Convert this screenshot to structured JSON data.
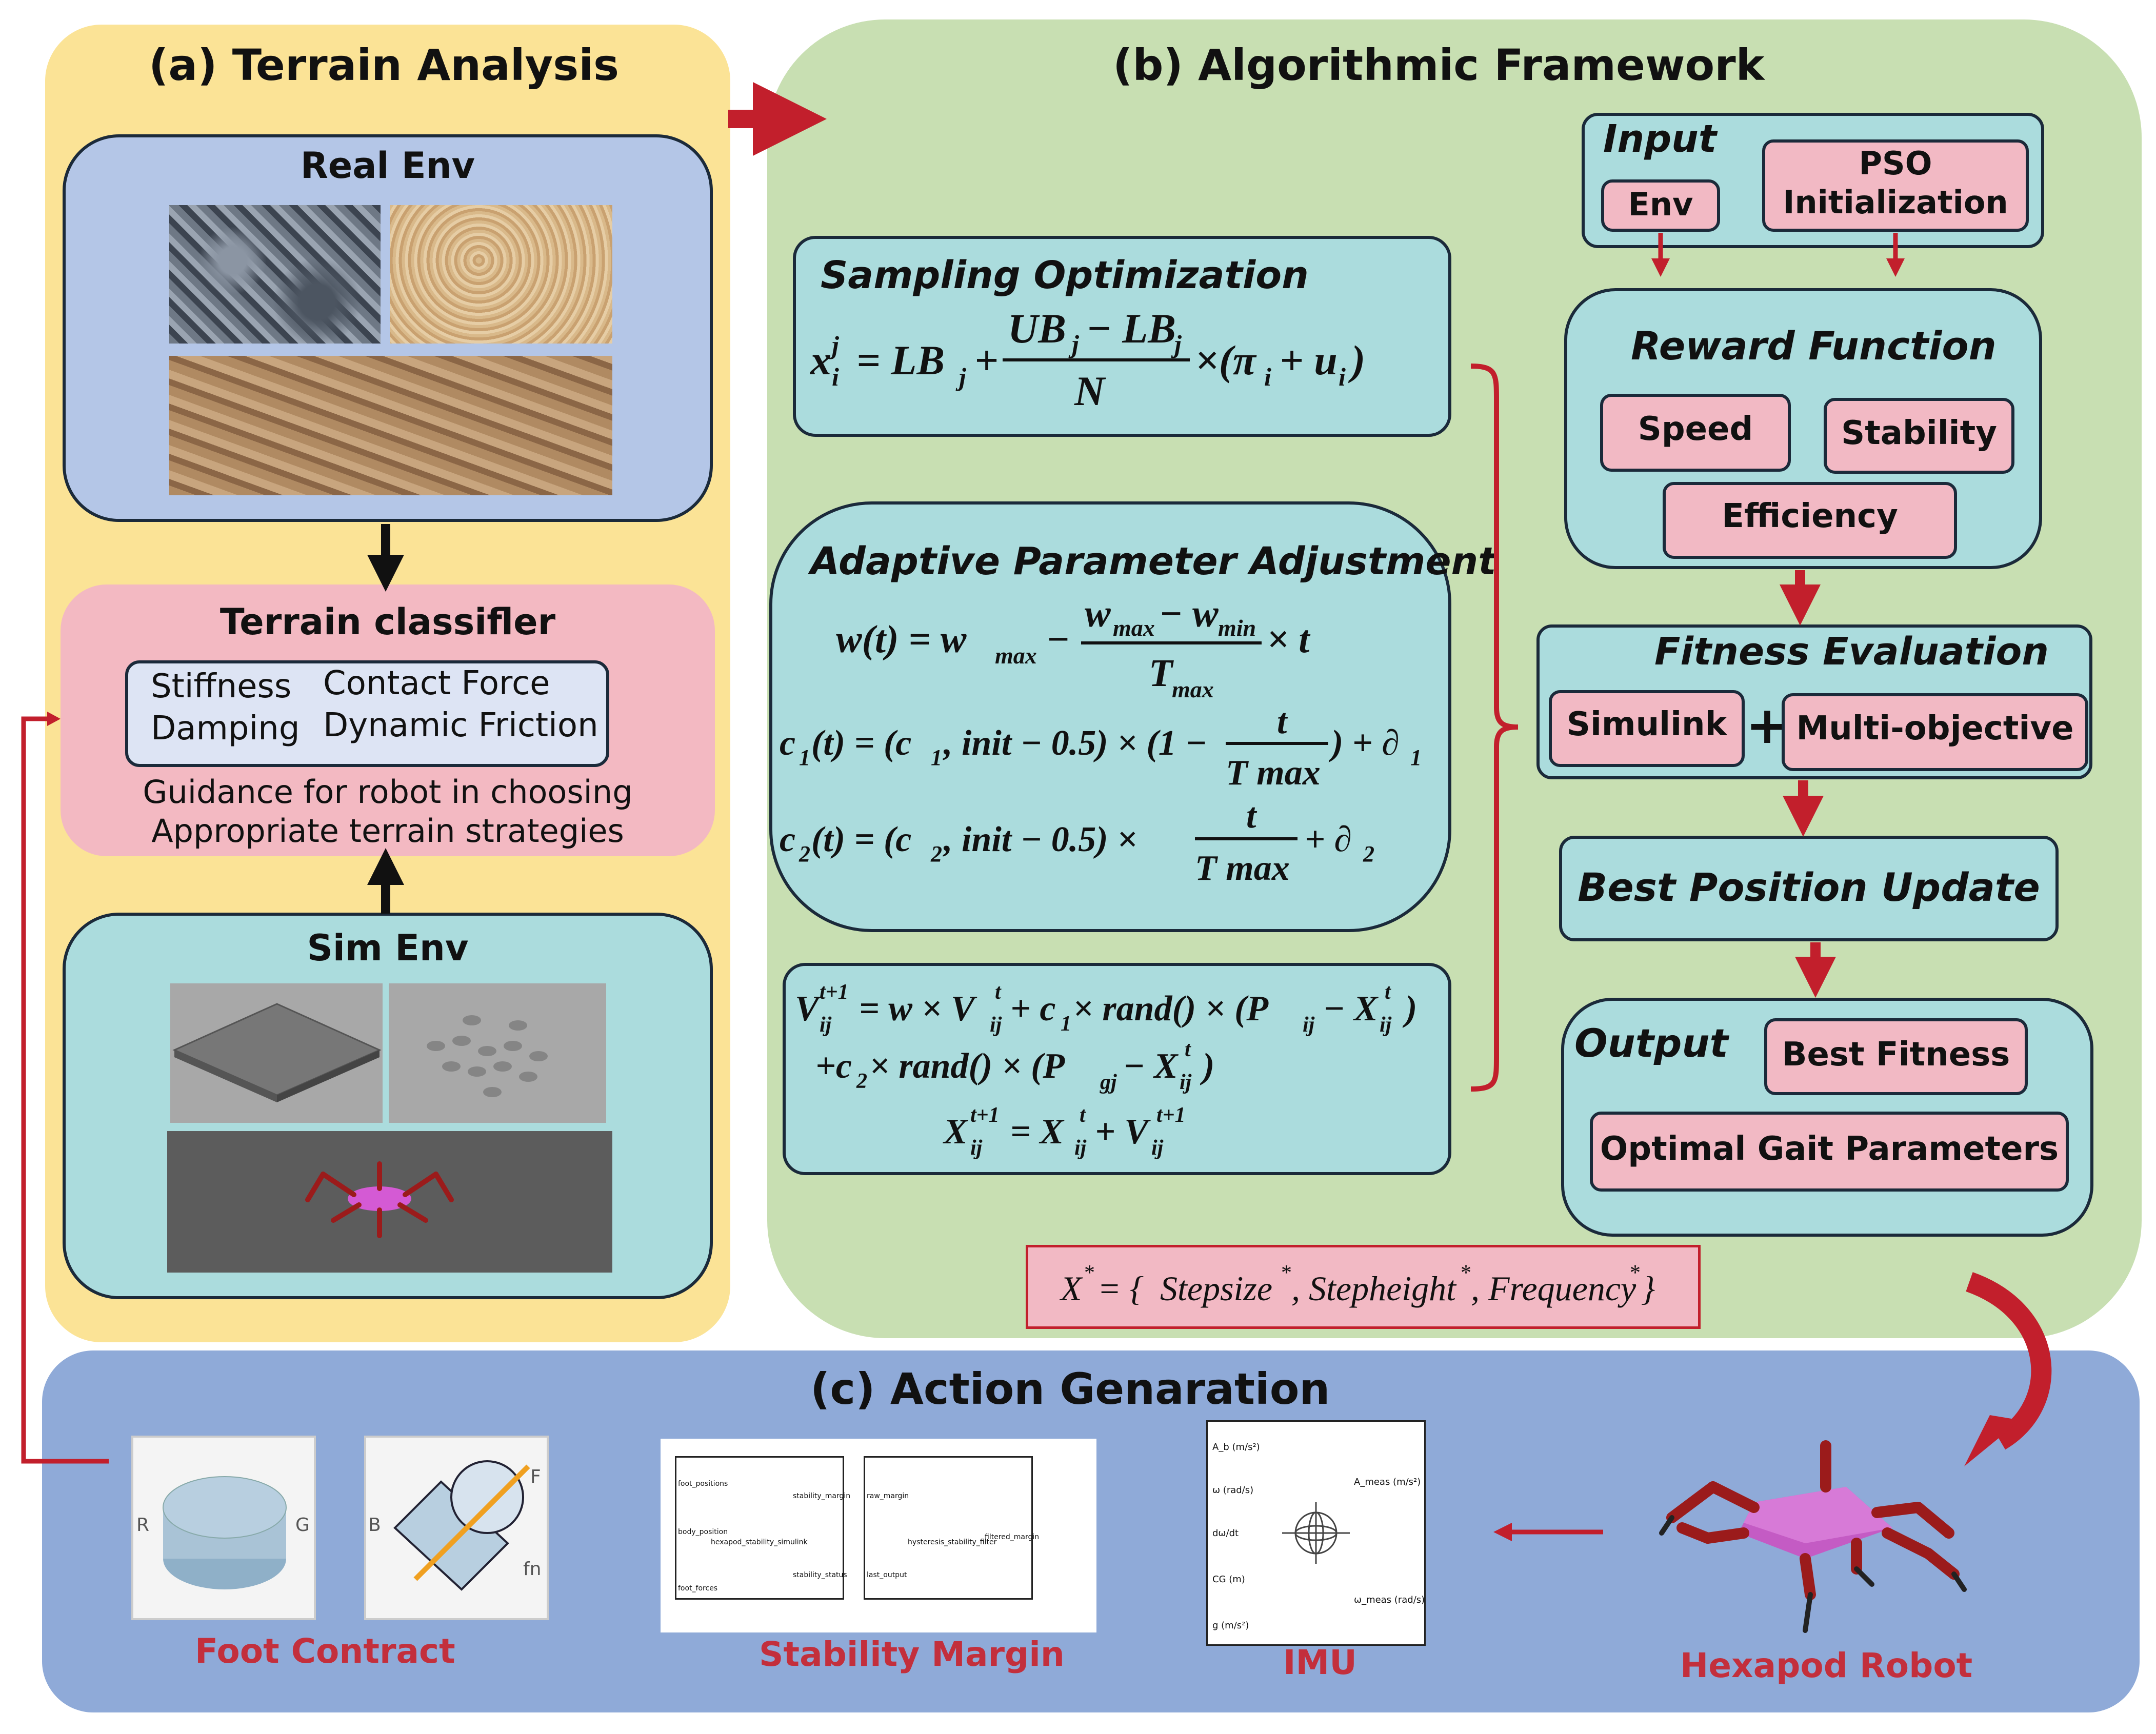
{
  "panel_a": {
    "title": "(a)  Terrain Analysis",
    "real_env": {
      "title": "Real Env"
    },
    "classifier": {
      "title": "Terrain classifler",
      "props": [
        "Stiffness",
        "Contact Force",
        "Damping",
        "Dynamic Friction"
      ],
      "guidance_line1": "Guidance for robot in choosing",
      "guidance_line2": "Appropriate terrain strategies"
    },
    "sim_env": {
      "title": "Sim Env"
    }
  },
  "panel_b": {
    "title": "(b)   Algorithmic Framework",
    "sampling": {
      "title": "Sampling Optimization",
      "equation": "x_i^j = LB_j + (UB_j − LB_j)/N × (π_i + u_i)"
    },
    "adaptive": {
      "title": "Adaptive Parameter Adjustment",
      "eq1": "w(t) = w_max − (w_max − w_min)/T_max × t",
      "eq2": "c1(t) = (c1, init − 0.5) × (1 − t/T max) + ∂1",
      "eq3": "c2(t) = (c2, init − 0.5) × t/T max + ∂2"
    },
    "velocity": {
      "eq1": "V_ij^(t+1) = w × V_ij^t + c1 × rand() × (P_ij − X_ij^t)",
      "eq2": "+c2 × rand() × (P_gj − X_ij^t)",
      "eq3": "X_ij^(t+1) = X_ij^t + V_ij^(t+1)"
    },
    "input": {
      "title": "Input",
      "env": "Env",
      "pso_line1": "PSO",
      "pso_line2": "Initialization"
    },
    "reward": {
      "title": "Reward Function",
      "speed": "Speed",
      "stability": "Stability",
      "efficiency": "Efficiency"
    },
    "fitness": {
      "title": "Fitness Evaluation",
      "simulink": "Simulink",
      "plus": "+",
      "multi": "Multi-objective"
    },
    "best_position": {
      "title": "Best Position Update"
    },
    "output": {
      "title": "Output",
      "best_fitness": "Best Fitness",
      "optimal": "Optimal Gait Parameters"
    },
    "result_set": "X* = {Stepsize*, Stepheight*, Frequency*}"
  },
  "panel_c": {
    "title": "(c)   Action Genaration",
    "captions": {
      "foot": "Foot Contract",
      "stability": "Stability Margin",
      "imu": "IMU",
      "hexapod": "Hexapod Robot"
    },
    "foot_block": {
      "port_r": "R",
      "port_g": "G",
      "port_b": "B",
      "port_f": "F",
      "port_fn": "fn"
    },
    "stability_block": {
      "in1": "foot_positions",
      "in2": "body_position",
      "in3": "foot_forces",
      "sub1": "hexapod_stability_simulink",
      "out1": "stability_margin",
      "out2": "stability_status",
      "in4": "raw_margin",
      "in5": "last_output",
      "sub2": "hysteresis_stability_filter",
      "out3": "filtered_margin"
    },
    "imu_block": {
      "l1": "A_b (m/s²)",
      "l2": "ω (rad/s)",
      "l3": "dω/dt",
      "l4": "CG (m)",
      "l5": "g (m/s²)",
      "r1": "A_meas (m/s²)",
      "r2": "ω_meas (rad/s)"
    }
  },
  "colors": {
    "panel_a_bg": "#fbe396",
    "panel_b_bg": "#c8dfb2",
    "panel_c_bg": "#8faad8",
    "real_env_bg": "#b4c6e7",
    "classifier_bg": "#f3b9c2",
    "teal_box": "#abdcdd",
    "pink_box": "#f2b9c4",
    "arrow_red": "#c21f2c",
    "caption_red": "#c32f3c"
  }
}
